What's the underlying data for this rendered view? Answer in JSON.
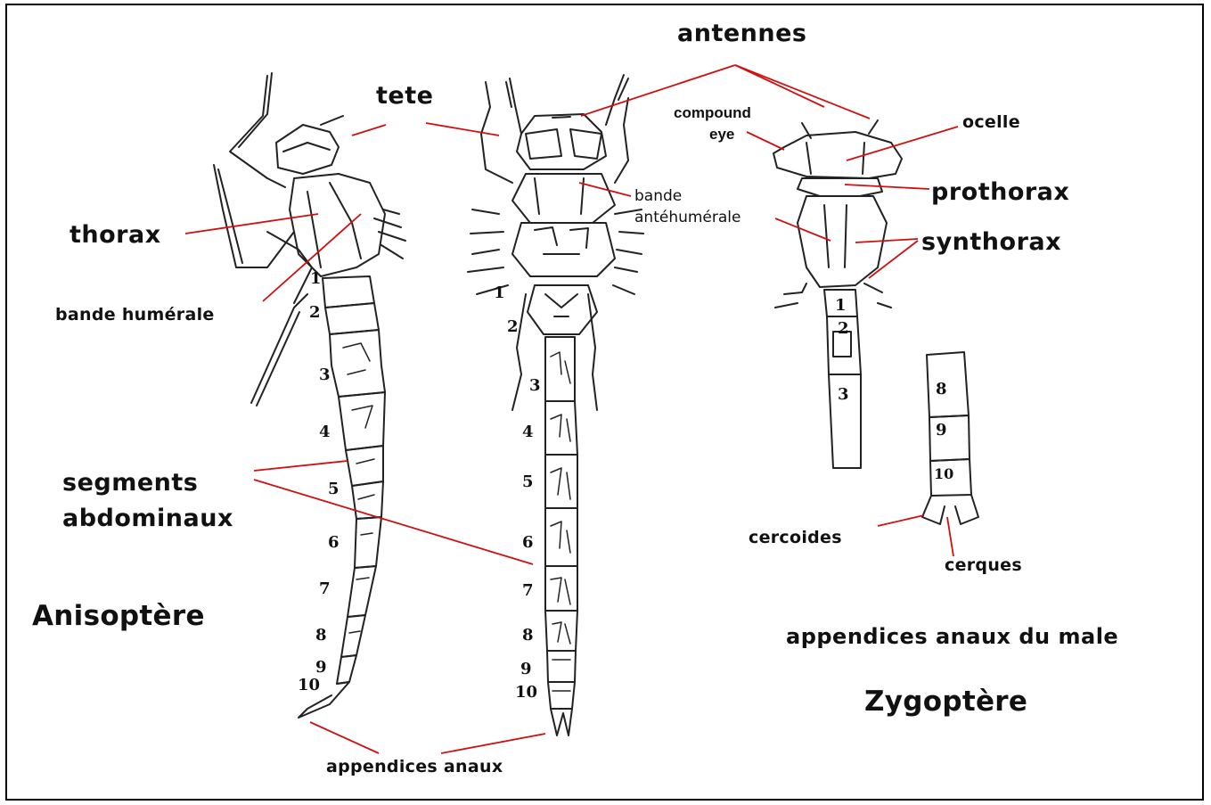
{
  "labels": {
    "antennes": "antennes",
    "tete": "tete",
    "compound_eye_1": "compound",
    "compound_eye_2": "eye",
    "ocelle": "ocelle",
    "bande_1": "bande",
    "bande_2": "antéhumérale",
    "prothorax": "prothorax",
    "synthorax": "synthorax",
    "thorax": "thorax",
    "bande_humerale": "bande humérale",
    "segments_1": "segments",
    "segments_2": "abdominaux",
    "cercoides": "cercoides",
    "cerques": "cerques",
    "appendices_anaux": "appendices anaux",
    "appendices_anaux_male": "appendices anaux du male",
    "anisoptere": "Anisoptère",
    "zygoptere": "Zygoptère"
  },
  "segment_numbers": {
    "lateral": [
      "1",
      "2",
      "3",
      "4",
      "5",
      "6",
      "7",
      "8",
      "9",
      "10"
    ],
    "dorsal": [
      "1",
      "2",
      "3",
      "4",
      "5",
      "6",
      "7",
      "8",
      "9",
      "10"
    ],
    "zygo": [
      "1",
      "2",
      "3"
    ],
    "male_tip": [
      "8",
      "9",
      "10"
    ]
  }
}
